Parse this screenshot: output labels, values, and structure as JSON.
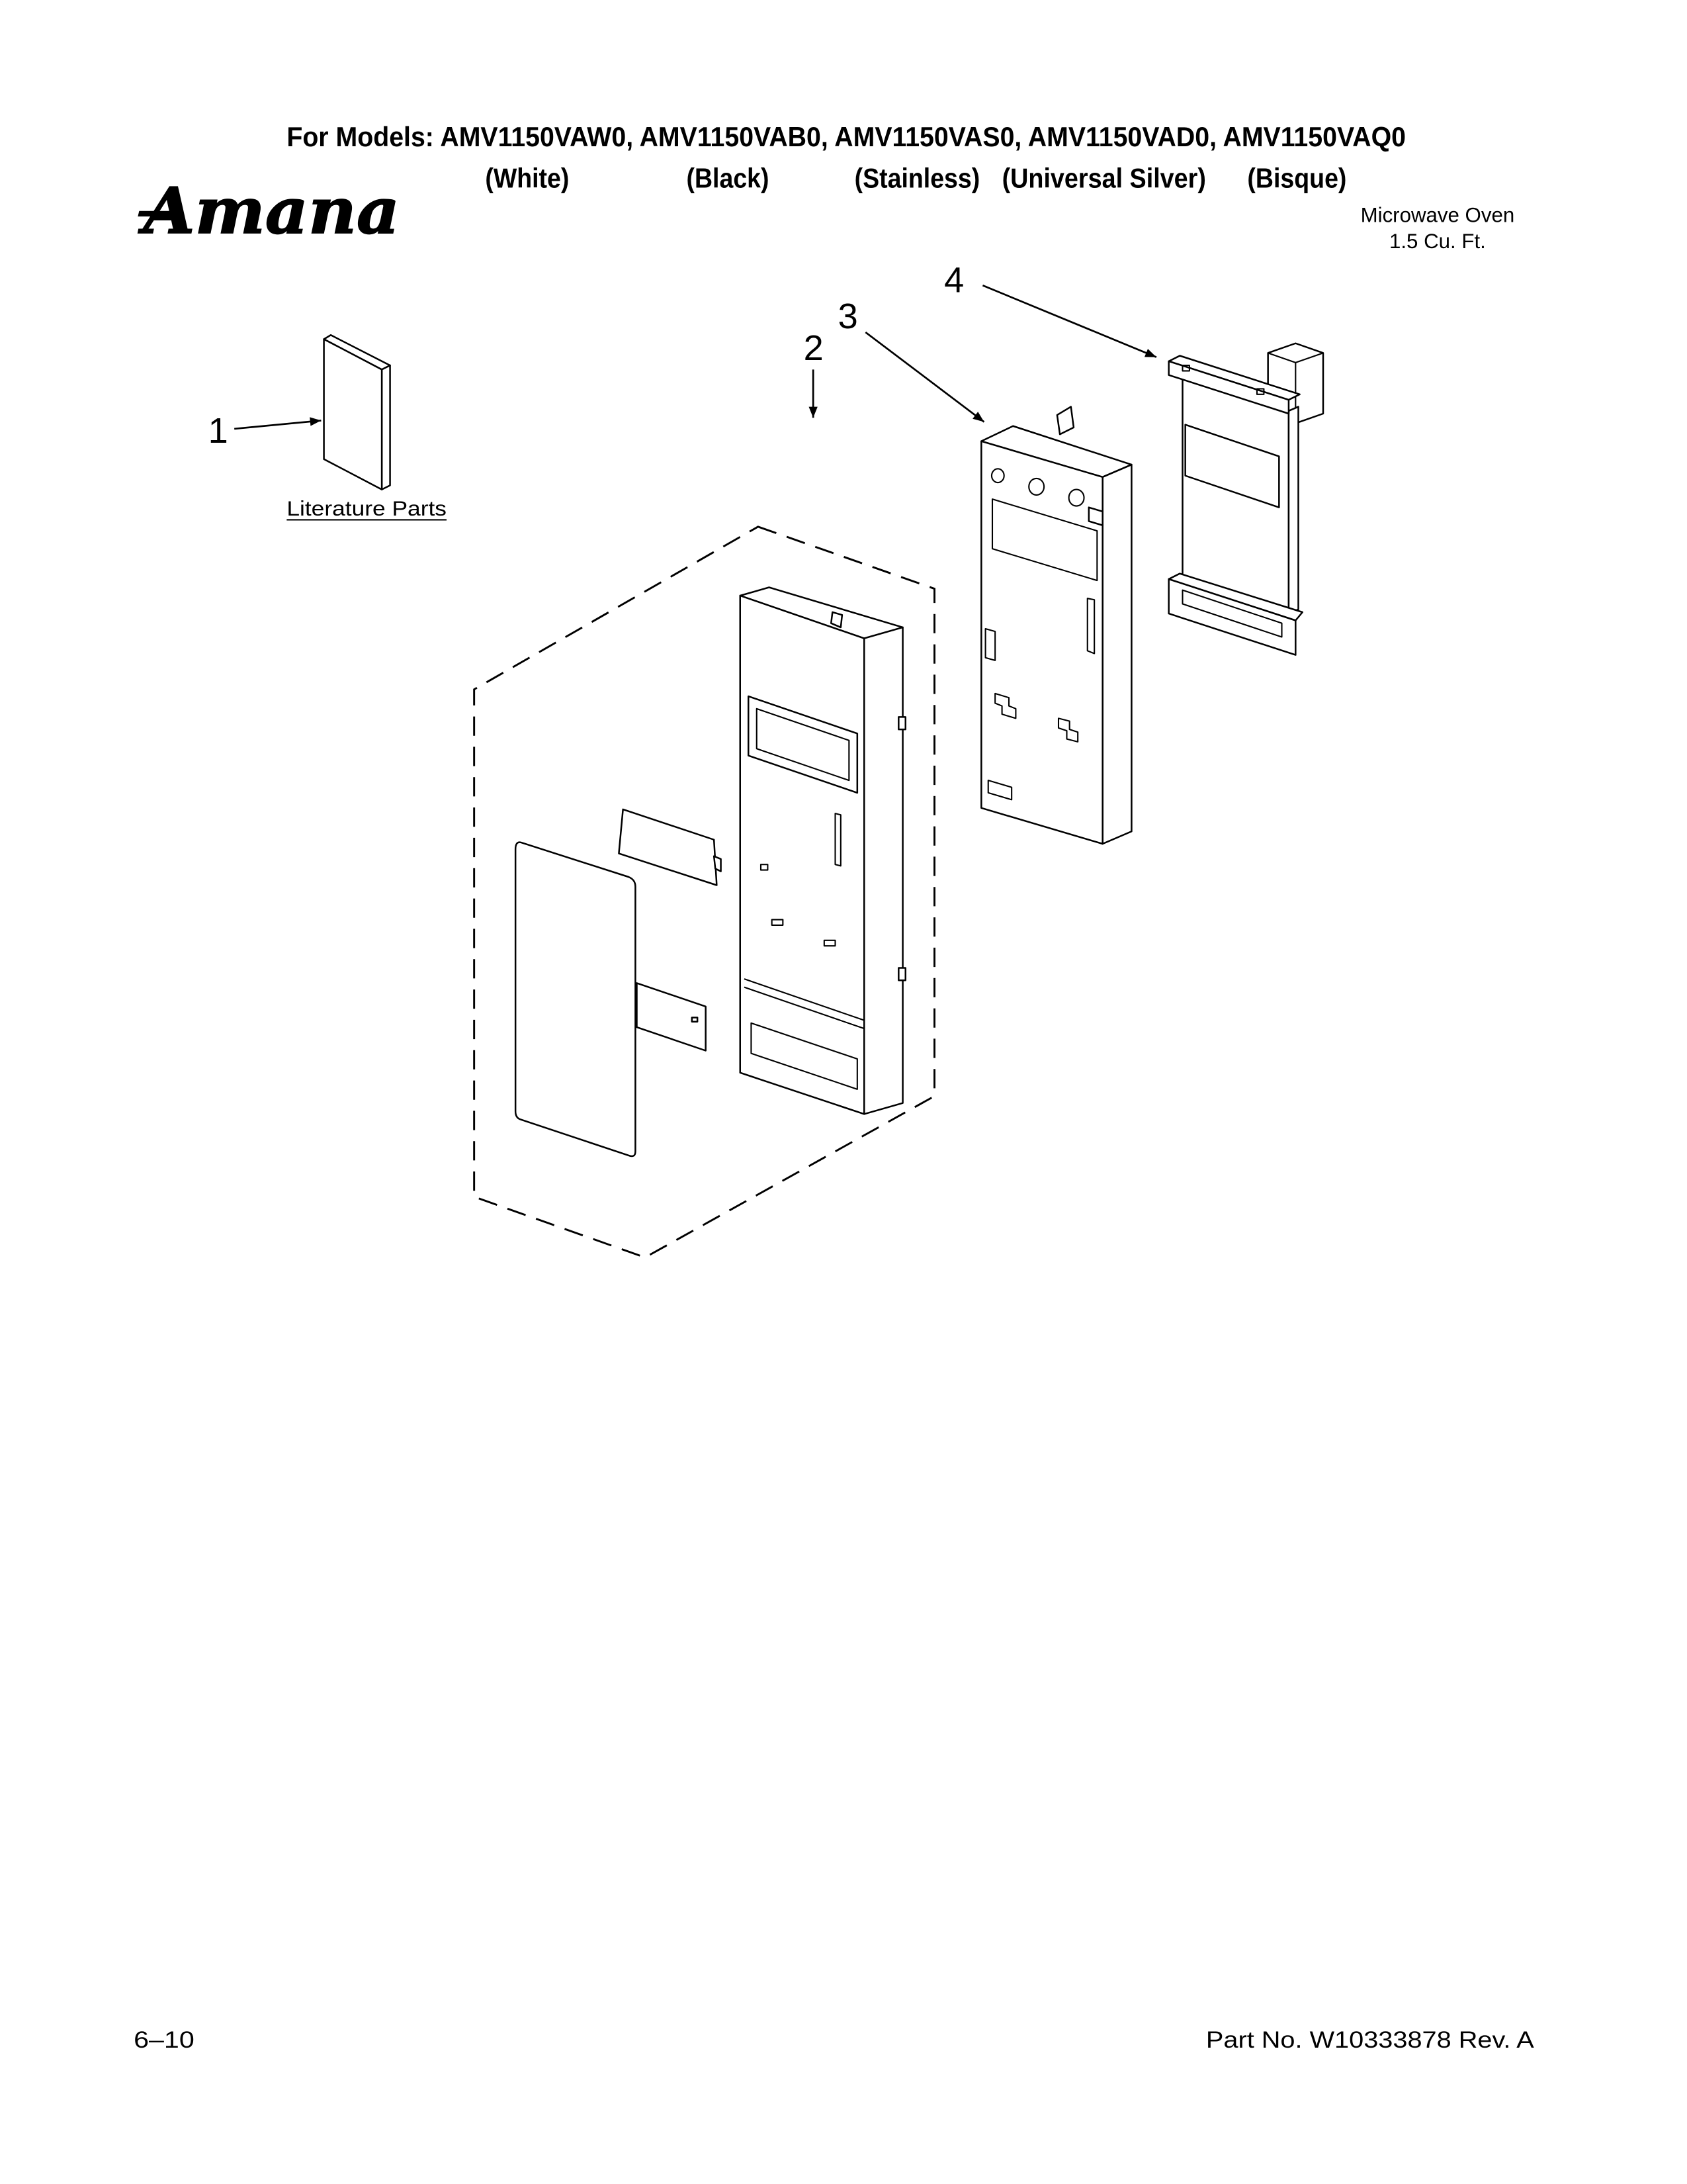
{
  "header": {
    "models_line": "For Models: AMV1150VAW0, AMV1150VAB0, AMV1150VAS0, AMV1150VAD0, AMV1150VAQ0",
    "variants": [
      "(White)",
      "(Black)",
      "(Stainless)",
      "(Universal Silver)",
      "(Bisque)"
    ]
  },
  "brand": {
    "logo_text": "Amana"
  },
  "product": {
    "type": "Microwave Oven",
    "capacity": "1.5 Cu. Ft."
  },
  "diagram": {
    "callouts": [
      "1",
      "2",
      "3",
      "4"
    ],
    "literature_label": "Literature Parts"
  },
  "footer": {
    "date_code": "6–10",
    "part_number": "Part No. W10333878 Rev. A"
  }
}
